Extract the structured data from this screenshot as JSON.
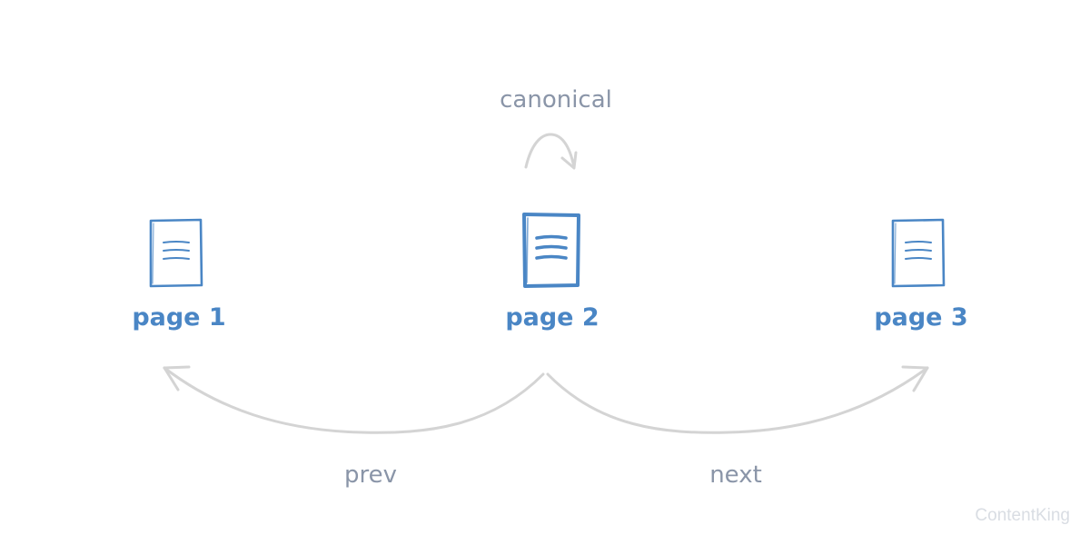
{
  "pages": [
    {
      "label": "page 1",
      "emphasis": false
    },
    {
      "label": "page 2",
      "emphasis": true
    },
    {
      "label": "page 3",
      "emphasis": false
    }
  ],
  "edges": {
    "canonical": "canonical",
    "prev": "prev",
    "next": "next"
  },
  "brand": "ContentKing",
  "colors": {
    "page": "#4a86c5",
    "arrow": "#d4d4d4",
    "edge_label": "#8a95a8",
    "brand": "#d9dde3"
  },
  "icons": {
    "page": "document-icon",
    "arrow": "curved-arrow-icon"
  }
}
